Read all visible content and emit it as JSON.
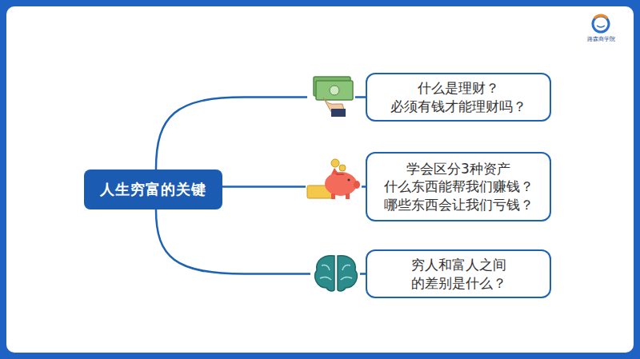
{
  "diagram": {
    "nodes": [
      {
        "text": [
          "人生穷富的关键"
        ]
      },
      {
        "text": [
          "什么是理财？ 必须有钱才能理财吗？"
        ]
      },
      {
        "text": [
          "学会区分3种资产 什么东西能帮我们赚钱？ 哪些东西会让我们亏钱？"
        ]
      },
      {
        "text": [
          "穷人和富人之间 的差别是什么？"
        ]
      }
    ],
    "edges": [
      {
        "from": 0,
        "to": 1,
        "arrow": "none"
      },
      {
        "from": 0,
        "to": 2,
        "arrow": "none"
      },
      {
        "from": 0,
        "to": 3,
        "arrow": "none"
      }
    ],
    "labels": [
      "路森商学院"
    ]
  }
}
